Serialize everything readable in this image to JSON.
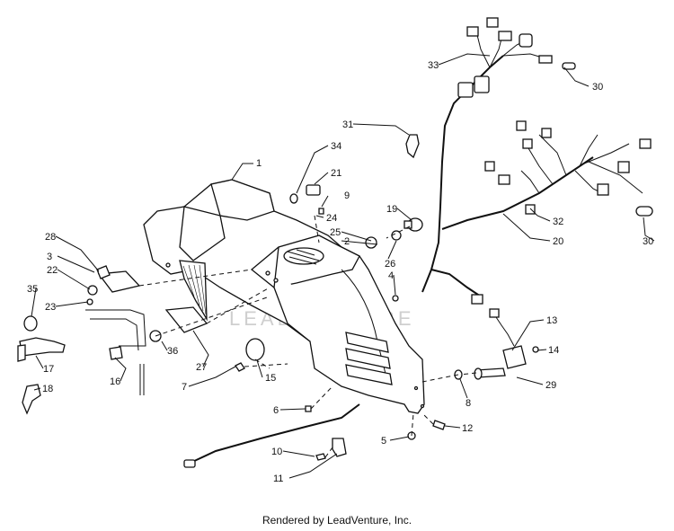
{
  "watermark": "LEADVENTURE",
  "footer": "Rendered by LeadVenture, Inc.",
  "callouts": [
    "1",
    "2",
    "3",
    "4",
    "5",
    "6",
    "7",
    "8",
    "9",
    "10",
    "11",
    "12",
    "13",
    "14",
    "15",
    "16",
    "17",
    "18",
    "19",
    "20",
    "21",
    "22",
    "23",
    "24",
    "25",
    "26",
    "27",
    "28",
    "29",
    "30",
    "30",
    "31",
    "32",
    "33",
    "34",
    "35",
    "36"
  ]
}
